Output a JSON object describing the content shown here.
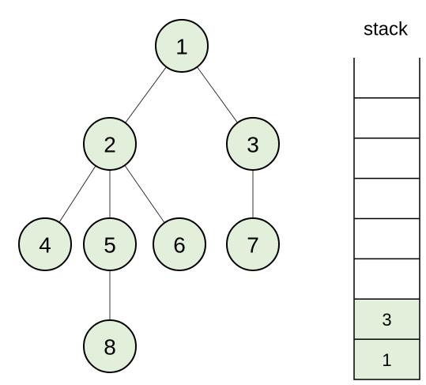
{
  "tree": {
    "nodes": [
      {
        "id": "1",
        "label": "1"
      },
      {
        "id": "2",
        "label": "2"
      },
      {
        "id": "3",
        "label": "3"
      },
      {
        "id": "4",
        "label": "4"
      },
      {
        "id": "5",
        "label": "5"
      },
      {
        "id": "6",
        "label": "6"
      },
      {
        "id": "7",
        "label": "7"
      },
      {
        "id": "8",
        "label": "8"
      }
    ],
    "edges": [
      [
        "1",
        "2"
      ],
      [
        "1",
        "3"
      ],
      [
        "2",
        "4"
      ],
      [
        "2",
        "5"
      ],
      [
        "2",
        "6"
      ],
      [
        "3",
        "7"
      ],
      [
        "5",
        "8"
      ]
    ]
  },
  "stack": {
    "title": "stack",
    "contents_bottom_to_top": [
      "1",
      "3"
    ],
    "total_slots": 8
  },
  "colors": {
    "node_fill": "#e2efda",
    "node_stroke": "#000000",
    "edge": "#333333",
    "stack_filled": "#e2efda"
  }
}
